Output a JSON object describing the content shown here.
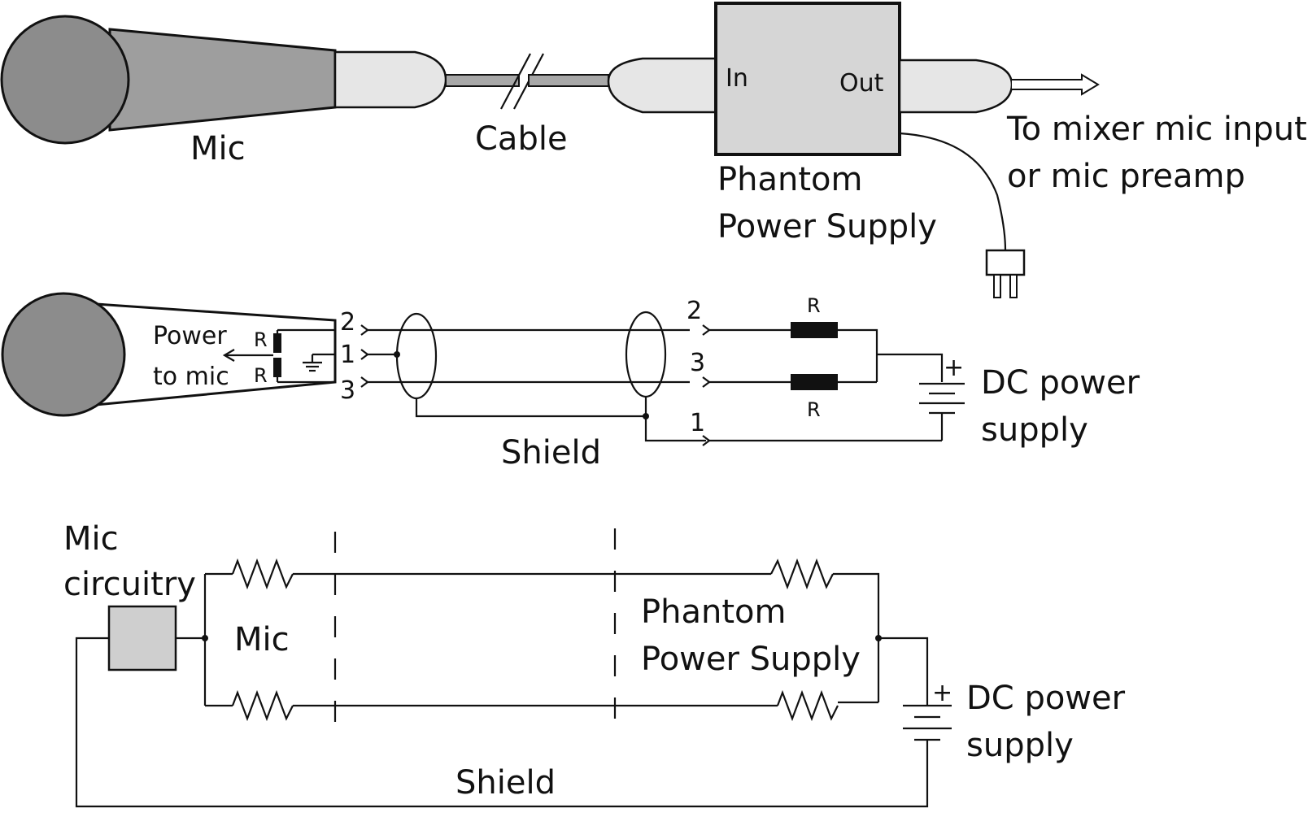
{
  "top": {
    "mic_label": "Mic",
    "cable_label": "Cable",
    "in_label": "In",
    "out_label": "Out",
    "supply_label_line1": "Phantom",
    "supply_label_line2": "Power Supply",
    "dest_line1": "To mixer mic input",
    "dest_line2": "or mic preamp"
  },
  "middle": {
    "power_line1": "Power",
    "power_line2": "to mic",
    "r_top": "R",
    "r_bottom": "R",
    "pin_2_left": "2",
    "pin_1_left": "1",
    "pin_3_left": "3",
    "pin_2_right": "2",
    "pin_3_right": "3",
    "pin_1_right": "1",
    "resistor_top": "R",
    "resistor_bottom": "R",
    "plus": "+",
    "dc_line1": "DC power",
    "dc_line2": "supply",
    "shield_label": "Shield"
  },
  "bottom": {
    "circuitry_line1": "Mic",
    "circuitry_line2": "circuitry",
    "mic_label": "Mic",
    "supply_line1": "Phantom",
    "supply_line2": "Power Supply",
    "plus": "+",
    "dc_line1": "DC power",
    "dc_line2": "supply",
    "shield_label": "Shield"
  },
  "colors": {
    "mic_body": "#9e9e9e",
    "mic_head": "#8c8c8c",
    "connector": "#e6e6e6",
    "supply_box": "#d6d6d6",
    "circuitry_box": "#cfcfcf",
    "cable": "#a8a8a8"
  }
}
